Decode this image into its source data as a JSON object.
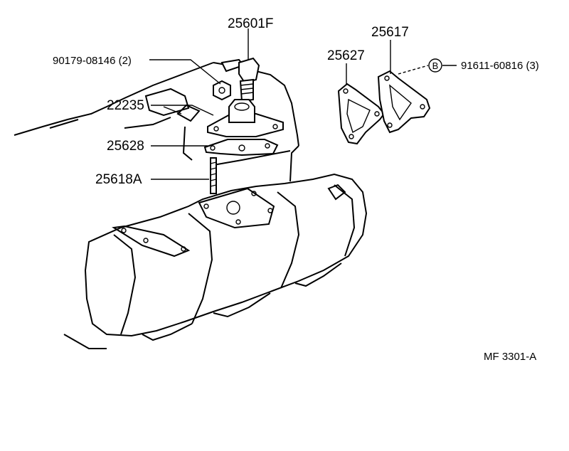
{
  "labels": {
    "p25601F": "25601F",
    "p90179": "90179-08146 (2)",
    "p22235": "22235",
    "p25628": "25628",
    "p25618A": "25618A",
    "p25627": "25627",
    "p25617": "25617",
    "bolt_marker": "B",
    "p91611": "91611-60816 (3)",
    "figure_code": "MF  3301-A"
  }
}
